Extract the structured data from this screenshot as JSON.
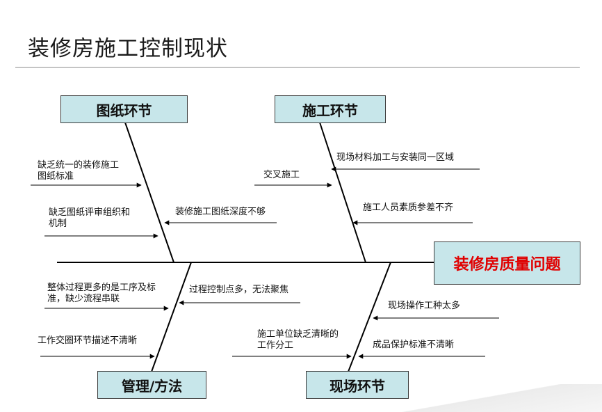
{
  "title": "装修房施工控制现状",
  "colors": {
    "box_fill": "#c7e6ea",
    "effect_text": "#e00000",
    "line": "#000000"
  },
  "effect": {
    "label": "装修房质量问题"
  },
  "categories": {
    "drawings": {
      "label": "图纸环节"
    },
    "construction": {
      "label": "施工环节"
    },
    "management": {
      "label": "管理/方法"
    },
    "site": {
      "label": "现场环节"
    }
  },
  "causes": {
    "drawings_1": {
      "lines": [
        "缺乏统一的装修施工",
        "图纸标准"
      ]
    },
    "drawings_2": {
      "lines": [
        "缺乏图纸评审组织和",
        "机制"
      ]
    },
    "drawings_3": {
      "lines": [
        "装修施工图纸深度不够"
      ]
    },
    "construction_1": {
      "lines": [
        "现场材料加工与安装同一区域"
      ]
    },
    "construction_2": {
      "lines": [
        "交叉施工"
      ]
    },
    "construction_3": {
      "lines": [
        "施工人员素质参差不齐"
      ]
    },
    "management_1": {
      "lines": [
        "整体过程更多的是工序及标",
        "准，缺少流程串联"
      ]
    },
    "management_2": {
      "lines": [
        "过程控制点多，无法聚焦"
      ]
    },
    "management_3": {
      "lines": [
        "工作交圈环节描述不清晰"
      ]
    },
    "site_1": {
      "lines": [
        "现场操作工种太多"
      ]
    },
    "site_2": {
      "lines": [
        "施工单位缺乏清晰的",
        "工作分工"
      ]
    },
    "site_3": {
      "lines": [
        "成品保护标准不清晰"
      ]
    }
  }
}
